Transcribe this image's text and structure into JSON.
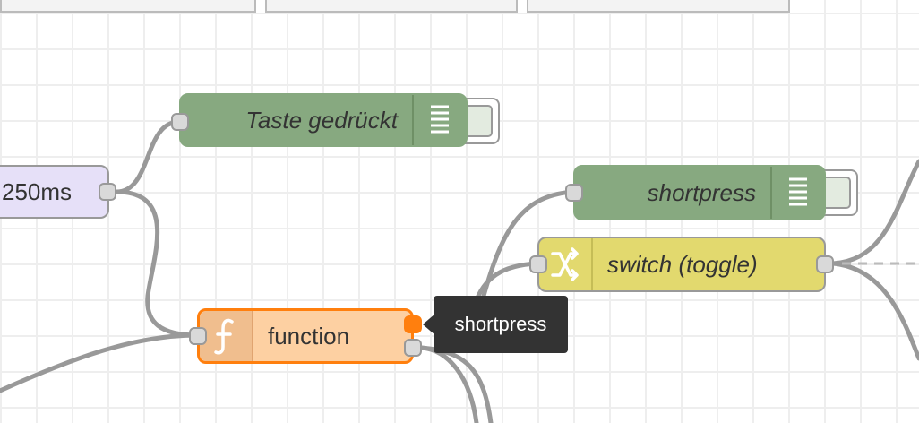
{
  "nodes": {
    "trigger": {
      "label": "250ms",
      "color": "#e6e0f8"
    },
    "debug_taste": {
      "label": "Taste gedrückt",
      "color": "#87a980"
    },
    "function": {
      "label": "function",
      "color": "#fdd0a2",
      "icon": "function-icon"
    },
    "debug_shortpress": {
      "label": "shortpress",
      "color": "#87a980"
    },
    "switch": {
      "label": "switch (toggle)",
      "color": "#e2d96e",
      "icon": "switch-icon"
    }
  },
  "tooltip": {
    "text": "shortpress"
  },
  "colors": {
    "wire": "#999999",
    "selected_border": "#ff7f0e",
    "grid": "#eeeeee"
  }
}
